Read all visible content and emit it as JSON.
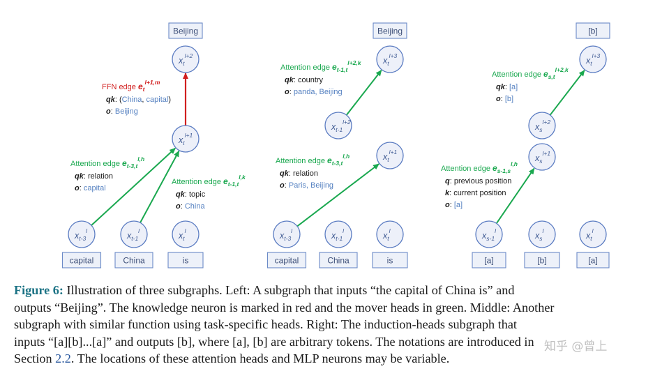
{
  "panels": [
    {
      "top_token": "Beijing",
      "top_node": {
        "base": "x",
        "sub": "t",
        "sup": "l+2"
      },
      "mid_node": {
        "base": "x",
        "sub": "t",
        "sup": "l+1"
      },
      "bottom_nodes": [
        {
          "base": "x",
          "sub": "t-3",
          "sup": "l"
        },
        {
          "base": "x",
          "sub": "t-1",
          "sup": "l"
        },
        {
          "base": "x",
          "sub": "t",
          "sup": "l"
        }
      ],
      "bottom_tokens": [
        "capital",
        "China",
        "is"
      ],
      "edges": [
        {
          "kind": "ffn",
          "title": "FFN edge",
          "sym": {
            "base": "e",
            "sub": "t",
            "sup": "l+1,m"
          },
          "details": [
            {
              "key": "qk",
              "parts": [
                {
                  "t": "(",
                  "c": "plain"
                },
                {
                  "t": "China",
                  "c": "val"
                },
                {
                  "t": ", ",
                  "c": "plain"
                },
                {
                  "t": "capital",
                  "c": "val"
                },
                {
                  "t": ")",
                  "c": "plain"
                }
              ]
            },
            {
              "key": "o",
              "parts": [
                {
                  "t": "Beijing",
                  "c": "val"
                }
              ]
            }
          ]
        },
        {
          "kind": "attn",
          "title": "Attention edge",
          "sym": {
            "base": "e",
            "sub": "t-3,t",
            "sup": "l,h"
          },
          "details": [
            {
              "key": "qk",
              "parts": [
                {
                  "t": "relation",
                  "c": "plain"
                }
              ]
            },
            {
              "key": "o",
              "parts": [
                {
                  "t": "capital",
                  "c": "val"
                }
              ]
            }
          ]
        },
        {
          "kind": "attn",
          "title": "Attention edge",
          "sym": {
            "base": "e",
            "sub": "t-1,t",
            "sup": "l,k"
          },
          "details": [
            {
              "key": "qk",
              "parts": [
                {
                  "t": "topic",
                  "c": "plain"
                }
              ]
            },
            {
              "key": "o",
              "parts": [
                {
                  "t": "China",
                  "c": "val"
                }
              ]
            }
          ]
        }
      ]
    },
    {
      "top_token": "Beijing",
      "top_node": {
        "base": "x",
        "sub": "t",
        "sup": "l+3"
      },
      "node_upper_left": {
        "base": "x",
        "sub": "t-1",
        "sup": "l+2"
      },
      "mid_node": {
        "base": "x",
        "sub": "t",
        "sup": "l+1"
      },
      "bottom_nodes": [
        {
          "base": "x",
          "sub": "t-3",
          "sup": "l"
        },
        {
          "base": "x",
          "sub": "t-1",
          "sup": "l"
        },
        {
          "base": "x",
          "sub": "t",
          "sup": "l"
        }
      ],
      "bottom_tokens": [
        "capital",
        "China",
        "is"
      ],
      "edges": [
        {
          "kind": "attn",
          "title": "Attention edge",
          "sym": {
            "base": "e",
            "sub": "t-1,t",
            "sup": "l+2,k"
          },
          "details": [
            {
              "key": "qk",
              "parts": [
                {
                  "t": "country",
                  "c": "plain"
                }
              ]
            },
            {
              "key": "o",
              "parts": [
                {
                  "t": "panda, Beijing",
                  "c": "val"
                }
              ]
            }
          ]
        },
        {
          "kind": "attn",
          "title": "Attention edge",
          "sym": {
            "base": "e",
            "sub": "t-3,t",
            "sup": "l,h"
          },
          "details": [
            {
              "key": "qk",
              "parts": [
                {
                  "t": "relation",
                  "c": "plain"
                }
              ]
            },
            {
              "key": "o",
              "parts": [
                {
                  "t": "Paris, Beijing",
                  "c": "val"
                }
              ]
            }
          ]
        }
      ]
    },
    {
      "top_token": "[b]",
      "top_node": {
        "base": "x",
        "sub": "t",
        "sup": "l+3"
      },
      "node_s2": {
        "base": "x",
        "sub": "s",
        "sup": "l+2"
      },
      "node_s1": {
        "base": "x",
        "sub": "s",
        "sup": "l+1"
      },
      "bottom_nodes": [
        {
          "base": "x",
          "sub": "s-1",
          "sup": "l"
        },
        {
          "base": "x",
          "sub": "s",
          "sup": "l"
        },
        {
          "base": "x",
          "sub": "t",
          "sup": "l"
        }
      ],
      "bottom_tokens": [
        "[a]",
        "[b]",
        "[a]"
      ],
      "edges": [
        {
          "kind": "attn",
          "title": "Attention edge",
          "sym": {
            "base": "e",
            "sub": "s,t",
            "sup": "l+2,k"
          },
          "details": [
            {
              "key": "qk",
              "parts": [
                {
                  "t": "[a]",
                  "c": "val"
                }
              ]
            },
            {
              "key": "o",
              "parts": [
                {
                  "t": "[b]",
                  "c": "val"
                }
              ]
            }
          ]
        },
        {
          "kind": "attn",
          "title": "Attention edge",
          "sym": {
            "base": "e",
            "sub": "s-1,s",
            "sup": "l,h"
          },
          "details": [
            {
              "key": "q",
              "parts": [
                {
                  "t": "previous position",
                  "c": "plain"
                }
              ]
            },
            {
              "key": "k",
              "parts": [
                {
                  "t": "current position",
                  "c": "plain"
                }
              ]
            },
            {
              "key": "o",
              "parts": [
                {
                  "t": "[a]",
                  "c": "val"
                }
              ]
            }
          ]
        }
      ]
    }
  ],
  "caption": {
    "label": "Figure 6:",
    "l1": " Illustration of three subgraphs. Left: A subgraph that inputs “the capital of China is” and",
    "l2": "outputs “Beijing”. The knowledge neuron is marked in red and the mover heads in green. Middle: Another",
    "l3": "subgraph with similar function using task-specific heads. Right: The induction-heads subgraph that",
    "l4": "inputs “[a][b]...[a]” and outputs [b], where [a], [b] are arbitrary tokens. The notations are introduced in",
    "l5a": "Section ",
    "ref": "2.2",
    "l5b": ". The locations of these attention heads and MLP neurons may be variable."
  },
  "watermark": "知乎 @曾上",
  "colors": {
    "node_stroke": "#5b7cc2",
    "node_fill": "#edf0f9",
    "token_stroke": "#6b8ac7",
    "token_fill": "#edf1f9",
    "attn_green": "#1aa84f",
    "ffn_red": "#d11f1f",
    "value_blue": "#5581c1",
    "fig_label": "#1c7385"
  }
}
